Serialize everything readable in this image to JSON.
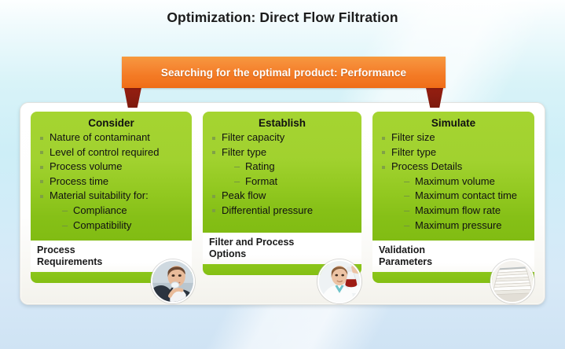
{
  "slide": {
    "title": "Optimization: Direct Flow Filtration",
    "banner": "Searching for the optimal product: Performance"
  },
  "columns": [
    {
      "heading": "Consider",
      "bullets": [
        {
          "text": "Nature of contaminant",
          "sub": []
        },
        {
          "text": "Level of control required",
          "sub": []
        },
        {
          "text": "Process volume",
          "sub": []
        },
        {
          "text": "Process time",
          "sub": []
        },
        {
          "text": "Material suitability for:",
          "sub": [
            "Compliance",
            "Compatibility"
          ]
        }
      ],
      "label_line1": "Process",
      "label_line2": "Requirements",
      "photo": "businesswoman-thinking-photo"
    },
    {
      "heading": "Establish",
      "bullets": [
        {
          "text": "Filter capacity",
          "sub": []
        },
        {
          "text": "Filter type",
          "sub": [
            "Rating",
            "Format"
          ]
        },
        {
          "text": "Peak flow",
          "sub": []
        },
        {
          "text": "Differential pressure",
          "sub": []
        }
      ],
      "label_line1": "Filter and Process",
      "label_line2": "Options",
      "photo": "lab-technician-flask-photo"
    },
    {
      "heading": "Simulate",
      "bullets": [
        {
          "text": "Filter size",
          "sub": []
        },
        {
          "text": "Filter type",
          "sub": []
        },
        {
          "text": "Process Details",
          "sub": [
            "Maximum volume",
            "Maximum contact time",
            "Maximum flow rate",
            "Maximum pressure"
          ]
        }
      ],
      "label_line1": "Validation",
      "label_line2": "Parameters",
      "photo": "stack-of-documents-photo"
    }
  ],
  "colors": {
    "banner_orange": "#f3781f",
    "ribbon_tail_red": "#8d1d10",
    "panel_green": "#9ccd28",
    "footer_green": "#88c217",
    "background_blue": "#cdeef7"
  }
}
